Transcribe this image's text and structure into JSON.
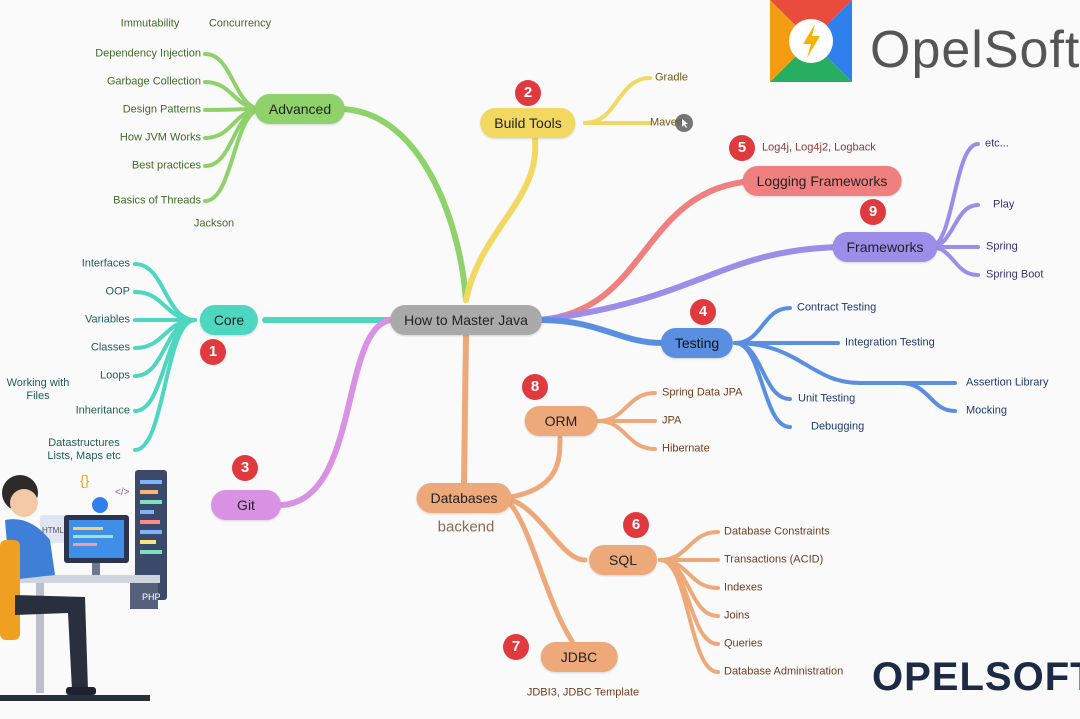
{
  "center": {
    "label": "How to Master Java"
  },
  "brand": {
    "name": "OpelSoft",
    "bottom": "OPELSOFT"
  },
  "colors": {
    "advanced": "#8fd16a",
    "build": "#f2d860",
    "logging": "#f08080",
    "frameworks": "#9b8de8",
    "testing": "#5a8ee0",
    "core": "#4dd6c0",
    "git": "#d991e3",
    "databases": "#eda97a",
    "center": "#a9a9a9"
  },
  "advanced": {
    "label": "Advanced",
    "items": [
      "Immutability",
      "Concurrency",
      "Dependency Injection",
      "Garbage Collection",
      "Design Patterns",
      "How JVM Works",
      "Best practices",
      "Basics of Threads",
      "Jackson"
    ]
  },
  "build_tools": {
    "label": "Build Tools",
    "badge": "2",
    "items": [
      "Gradle",
      "Maven"
    ]
  },
  "logging": {
    "label": "Logging Frameworks",
    "badge": "5",
    "items": [
      "Log4j, Log4j2, Logback"
    ]
  },
  "frameworks": {
    "label": "Frameworks",
    "badge": "9",
    "items": [
      "etc...",
      "Play",
      "Spring",
      "Spring Boot"
    ]
  },
  "testing": {
    "label": "Testing",
    "badge": "4",
    "items": [
      "Contract Testing",
      "Integration Testing",
      "Unit Testing",
      "Debugging",
      "Assertion Library",
      "Mocking"
    ]
  },
  "core": {
    "label": "Core",
    "badge": "1",
    "items": [
      "Interfaces",
      "OOP",
      "Variables",
      "Classes",
      "Loops",
      "Working with\nFiles",
      "Inheritance",
      "Datastructures\nLists, Maps etc"
    ]
  },
  "git": {
    "label": "Git",
    "badge": "3"
  },
  "databases": {
    "label": "Databases",
    "sublabel": "backend"
  },
  "orm": {
    "label": "ORM",
    "badge": "8",
    "items": [
      "Spring Data JPA",
      "JPA",
      "Hibernate"
    ]
  },
  "sql": {
    "label": "SQL",
    "badge": "6",
    "items": [
      "Database Constraints",
      "Transactions (ACID)",
      "Indexes",
      "Joins",
      "Queries",
      "Database Administration"
    ]
  },
  "jdbc": {
    "label": "JDBC",
    "badge": "7",
    "items": [
      "JDBI3, JDBC Template"
    ]
  }
}
